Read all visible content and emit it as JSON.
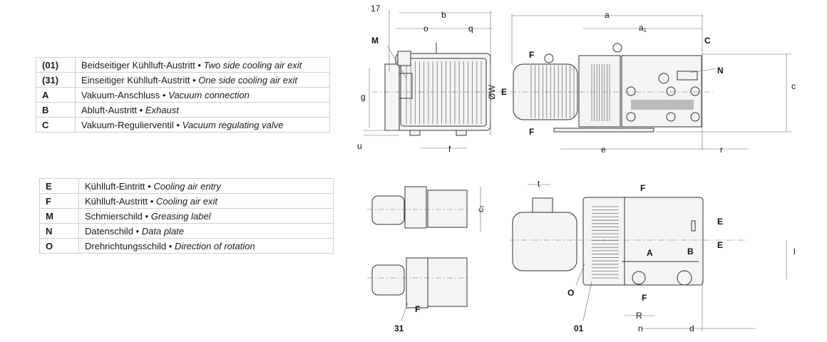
{
  "legend_top": [
    {
      "key": "(01)",
      "de": "Beidseitiger Kühlluft-Austritt",
      "en": "Two side cooling air exit"
    },
    {
      "key": "(31)",
      "de": "Einseitiger Kühlluft-Austritt",
      "en": "One side cooling air exit"
    },
    {
      "key": "A",
      "de": "Vakuum-Anschluss",
      "en": "Vacuum connection"
    },
    {
      "key": "B",
      "de": "Abluft-Austritt",
      "en": "Exhaust"
    },
    {
      "key": "C",
      "de": "Vakuum-Regulierventil",
      "en": "Vacuum regulating valve"
    }
  ],
  "legend_bottom": [
    {
      "key": "E",
      "de": "Kühlluft-Eintritt",
      "en": "Cooling air entry"
    },
    {
      "key": "F",
      "de": "Kühlluft-Austritt",
      "en": "Cooling air exit"
    },
    {
      "key": "M",
      "de": "Schmierschild",
      "en": "Greasing label"
    },
    {
      "key": "N",
      "de": "Datenschild",
      "en": "Data plate"
    },
    {
      "key": "O",
      "de": "Drehrichtungsschild",
      "en": "Direction of rotation"
    }
  ],
  "separator": "•",
  "drawing_labels": {
    "front": {
      "d17": "17",
      "b": "b",
      "o": "o",
      "q": "q",
      "M": "M",
      "g": "g",
      "u": "u",
      "f": "f"
    },
    "side": {
      "a": "a",
      "a1": "a",
      "a1_sub": "1",
      "C": "C",
      "N": "N",
      "c": "c",
      "W": "ØW",
      "E": "E",
      "F1": "F",
      "F2": "F",
      "e": "e",
      "r": "r"
    },
    "small": {
      "c1": "c",
      "c1_sub": "1",
      "F": "F",
      "v31": "31"
    },
    "top": {
      "t": "t",
      "F1": "F",
      "E1": "E",
      "E2": "E",
      "l": "l",
      "A": "A",
      "B": "B",
      "O": "O",
      "F2": "F",
      "R": "R",
      "v01": "01",
      "n": "n",
      "d": "d"
    }
  }
}
